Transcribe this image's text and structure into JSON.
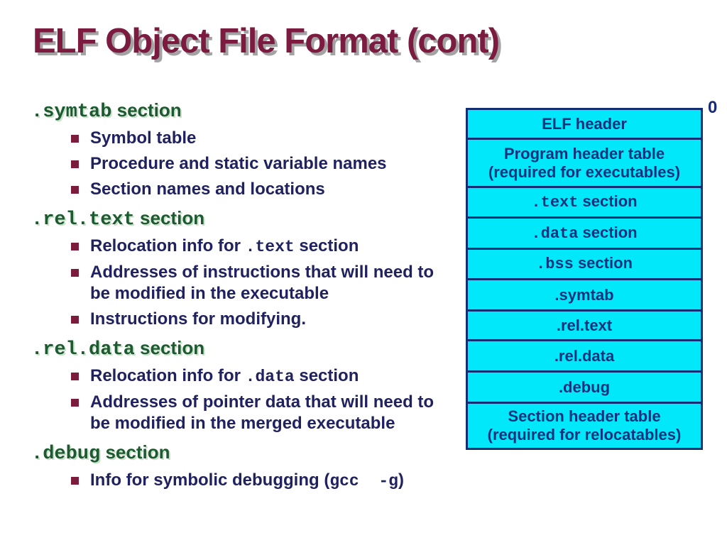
{
  "slide": {
    "title": "ELF Object File Format (cont)"
  },
  "colors": {
    "title_maroon": "#7b1b40",
    "title_shadow_gray": "#a3a3a3",
    "header_green": "#1d5a31",
    "header_shadow_green": "#c9e2c9",
    "body_navy": "#20215f",
    "bullet_maroon": "#7c1c3c",
    "diagram_cyan": "#00e8fa",
    "diagram_border_navy": "#122f74",
    "diagram_text_navy": "#13337d"
  },
  "outline": {
    "groups": [
      {
        "header_mono": ".symtab",
        "header_rest": " section",
        "bullets": [
          {
            "text": "Symbol table"
          },
          {
            "text": "Procedure and static variable names"
          },
          {
            "text": "Section names and locations"
          }
        ]
      },
      {
        "header_mono": ".rel.text",
        "header_rest": " section",
        "bullets": [
          {
            "pre": "Relocation info for ",
            "mono": ".text",
            "post": " section"
          },
          {
            "text": "Addresses of instructions that will need to",
            "text2": "be modified in the executable"
          },
          {
            "text": "Instructions for modifying."
          }
        ]
      },
      {
        "header_mono": ".rel.data",
        "header_rest": " section",
        "bullets": [
          {
            "pre": "Relocation info for ",
            "mono": ".data",
            "post": " section"
          },
          {
            "text": "Addresses of pointer data that will need to",
            "text2": "be modified in the merged executable"
          }
        ]
      },
      {
        "header_mono": ".debug",
        "header_rest": " section",
        "bullets": [
          {
            "pre": "Info for symbolic debugging (",
            "mono": "gcc  -g",
            "post": ")"
          }
        ]
      }
    ]
  },
  "diagram": {
    "offset_label": "0",
    "rows": [
      {
        "label": "ELF header"
      },
      {
        "line1": "Program header table",
        "line2": "(required for executables)"
      },
      {
        "mono": ".text",
        "rest": " section"
      },
      {
        "mono": ".data",
        "rest": " section"
      },
      {
        "mono": ".bss",
        "rest": " section"
      },
      {
        "mono": ".symtab"
      },
      {
        "mono": ".rel.text"
      },
      {
        "mono": ".rel.data"
      },
      {
        "mono": ".debug"
      },
      {
        "line1": "Section header table",
        "line2": "(required for relocatables)"
      }
    ]
  }
}
